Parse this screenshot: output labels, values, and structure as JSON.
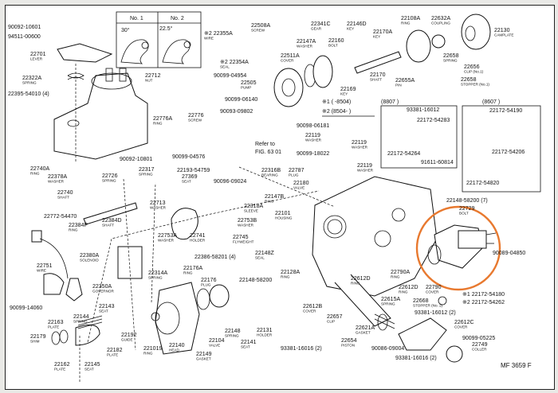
{
  "figure_code": "MF 3659 F",
  "refer_note": [
    "Refer to",
    "FIG. 63 01"
  ],
  "inset_lever": {
    "tabs": [
      "No. 1",
      "No. 2"
    ],
    "angles": [
      "30°",
      "22.5°"
    ]
  },
  "serial_notes": [
    "※1 (      -8504)",
    "※2 (8504-      )"
  ],
  "bracket_labels": [
    "(8807         )",
    "(8607         )"
  ],
  "highlight_color": "#e8792f",
  "callouts": [
    {
      "part": "90092-10601",
      "name": ""
    },
    {
      "part": "94511-00600",
      "name": ""
    },
    {
      "part": "22701",
      "name": "LEVER"
    },
    {
      "part": "※2 22355A",
      "name": "WIRE"
    },
    {
      "part": "※2 22354A",
      "name": "SEAL"
    },
    {
      "part": "22322A",
      "name": "SPRING"
    },
    {
      "part": "22395-54010 (4)",
      "name": ""
    },
    {
      "part": "22712",
      "name": "NUT"
    },
    {
      "part": "90099-04954",
      "name": ""
    },
    {
      "part": "22505",
      "name": "PUMP"
    },
    {
      "part": "90099-06140",
      "name": ""
    },
    {
      "part": "90093-09802",
      "name": ""
    },
    {
      "part": "22776A",
      "name": "RING"
    },
    {
      "part": "22776",
      "name": "SCREW"
    },
    {
      "part": "90092-10801",
      "name": ""
    },
    {
      "part": "90099-04576",
      "name": ""
    },
    {
      "part": "22740A",
      "name": "RING"
    },
    {
      "part": "22378A",
      "name": "WASHER"
    },
    {
      "part": "22740",
      "name": "SHAFT"
    },
    {
      "part": "22317",
      "name": "SPRING"
    },
    {
      "part": "22726",
      "name": "SPRING"
    },
    {
      "part": "22193-54759",
      "name": ""
    },
    {
      "part": "27369",
      "name": "SEAT"
    },
    {
      "part": "90096-09024",
      "name": ""
    },
    {
      "part": "22316B",
      "name": "BEARING"
    },
    {
      "part": "22508A",
      "name": "SCREW"
    },
    {
      "part": "22341C",
      "name": "GEAR"
    },
    {
      "part": "22146D",
      "name": "KEY"
    },
    {
      "part": "22147A",
      "name": "WASHER"
    },
    {
      "part": "22160",
      "name": "BOLT"
    },
    {
      "part": "22170A",
      "name": "KEY"
    },
    {
      "part": "22108A",
      "name": "RING"
    },
    {
      "part": "22632A",
      "name": "COUPLING"
    },
    {
      "part": "22130",
      "name": "CAMPLATE"
    },
    {
      "part": "22511A",
      "name": "COVER"
    },
    {
      "part": "22169",
      "name": "KEY"
    },
    {
      "part": "22170",
      "name": "SHAFT"
    },
    {
      "part": "22658",
      "name": "SPRING"
    },
    {
      "part": "22656",
      "name": "CLIP (No.1)"
    },
    {
      "part": "22655A",
      "name": "PIN"
    },
    {
      "part": "22658",
      "name": "STOPPER (No.1)"
    },
    {
      "part": "93381-16012",
      "name": ""
    },
    {
      "part": "22172-54283",
      "name": ""
    },
    {
      "part": "22172-54264",
      "name": ""
    },
    {
      "part": "91611-60814",
      "name": ""
    },
    {
      "part": "22172-54190",
      "name": ""
    },
    {
      "part": "22172-54206",
      "name": ""
    },
    {
      "part": "22172-54820",
      "name": ""
    },
    {
      "part": "90098-06181",
      "name": ""
    },
    {
      "part": "22119",
      "name": "WASHER"
    },
    {
      "part": "22119",
      "name": "WASHER"
    },
    {
      "part": "90099-18022",
      "name": ""
    },
    {
      "part": "22119",
      "name": "WASHER"
    },
    {
      "part": "22787",
      "name": "PLUG"
    },
    {
      "part": "22180",
      "name": "VALVE"
    },
    {
      "part": "22147B",
      "name": "RING"
    },
    {
      "part": "22318A",
      "name": "SLEEVE"
    },
    {
      "part": "22101",
      "name": "HOUSING"
    },
    {
      "part": "22753B",
      "name": "WASHER"
    },
    {
      "part": "22745",
      "name": "FLYWEIGHT"
    },
    {
      "part": "22741",
      "name": "HOLDER"
    },
    {
      "part": "22753A",
      "name": "WASHER"
    },
    {
      "part": "22713",
      "name": "WASHER"
    },
    {
      "part": "22148Z",
      "name": "SEAL"
    },
    {
      "part": "22386-58201 (4)",
      "name": ""
    },
    {
      "part": "22176A",
      "name": "RING"
    },
    {
      "part": "22772-54470",
      "name": ""
    },
    {
      "part": "22384F",
      "name": "RING"
    },
    {
      "part": "22384D",
      "name": "SHAFT"
    },
    {
      "part": "22380A",
      "name": "SOLENOID"
    },
    {
      "part": "22751",
      "name": "WIRE"
    },
    {
      "part": "22314A",
      "name": "SPRING"
    },
    {
      "part": "22350A",
      "name": "GOVERNOR"
    },
    {
      "part": "22176",
      "name": "PLUG"
    },
    {
      "part": "22148-58200",
      "name": ""
    },
    {
      "part": "90099-14060",
      "name": ""
    },
    {
      "part": "22143",
      "name": "SEAT"
    },
    {
      "part": "22144",
      "name": "SPRING"
    },
    {
      "part": "22163",
      "name": "PLATE"
    },
    {
      "part": "22179",
      "name": "SHIM"
    },
    {
      "part": "22192",
      "name": "GUIDE"
    },
    {
      "part": "22182",
      "name": "PLATE"
    },
    {
      "part": "221019",
      "name": "RING"
    },
    {
      "part": "22140",
      "name": "HEAD"
    },
    {
      "part": "22104",
      "name": "VALVE"
    },
    {
      "part": "22148",
      "name": "SPRING"
    },
    {
      "part": "22141",
      "name": "SEAT"
    },
    {
      "part": "22131",
      "name": "HOLDER"
    },
    {
      "part": "22149",
      "name": "GASKET"
    },
    {
      "part": "22162",
      "name": "PLATE"
    },
    {
      "part": "22145",
      "name": "SEAT"
    },
    {
      "part": "22148-58200 (7)",
      "name": ""
    },
    {
      "part": "22729",
      "name": "BOLT"
    },
    {
      "part": "90089-04850",
      "name": ""
    },
    {
      "part": "22128A",
      "name": "RING"
    },
    {
      "part": "22790A",
      "name": "RING"
    },
    {
      "part": "22612D",
      "name": "RING"
    },
    {
      "part": "22612D",
      "name": "RING"
    },
    {
      "part": "22790",
      "name": "COVER"
    },
    {
      "part": "※1 22172-54180",
      "name": ""
    },
    {
      "part": "※2 22172-54262",
      "name": ""
    },
    {
      "part": "22615A",
      "name": "SPRING"
    },
    {
      "part": "22668",
      "name": "STOPPER (No. 2)"
    },
    {
      "part": "22612B",
      "name": "COVER"
    },
    {
      "part": "22657",
      "name": "CLIP"
    },
    {
      "part": "93381-16012 (2)",
      "name": ""
    },
    {
      "part": "22612C",
      "name": "COVER"
    },
    {
      "part": "22621A",
      "name": "GASKET"
    },
    {
      "part": "22654",
      "name": "PISTON"
    },
    {
      "part": "90086-09004",
      "name": ""
    },
    {
      "part": "90099-05225",
      "name": ""
    },
    {
      "part": "22749",
      "name": "COLLER"
    },
    {
      "part": "93381-16016 (2)",
      "name": ""
    },
    {
      "part": "93381-16016 (2)",
      "name": ""
    }
  ]
}
